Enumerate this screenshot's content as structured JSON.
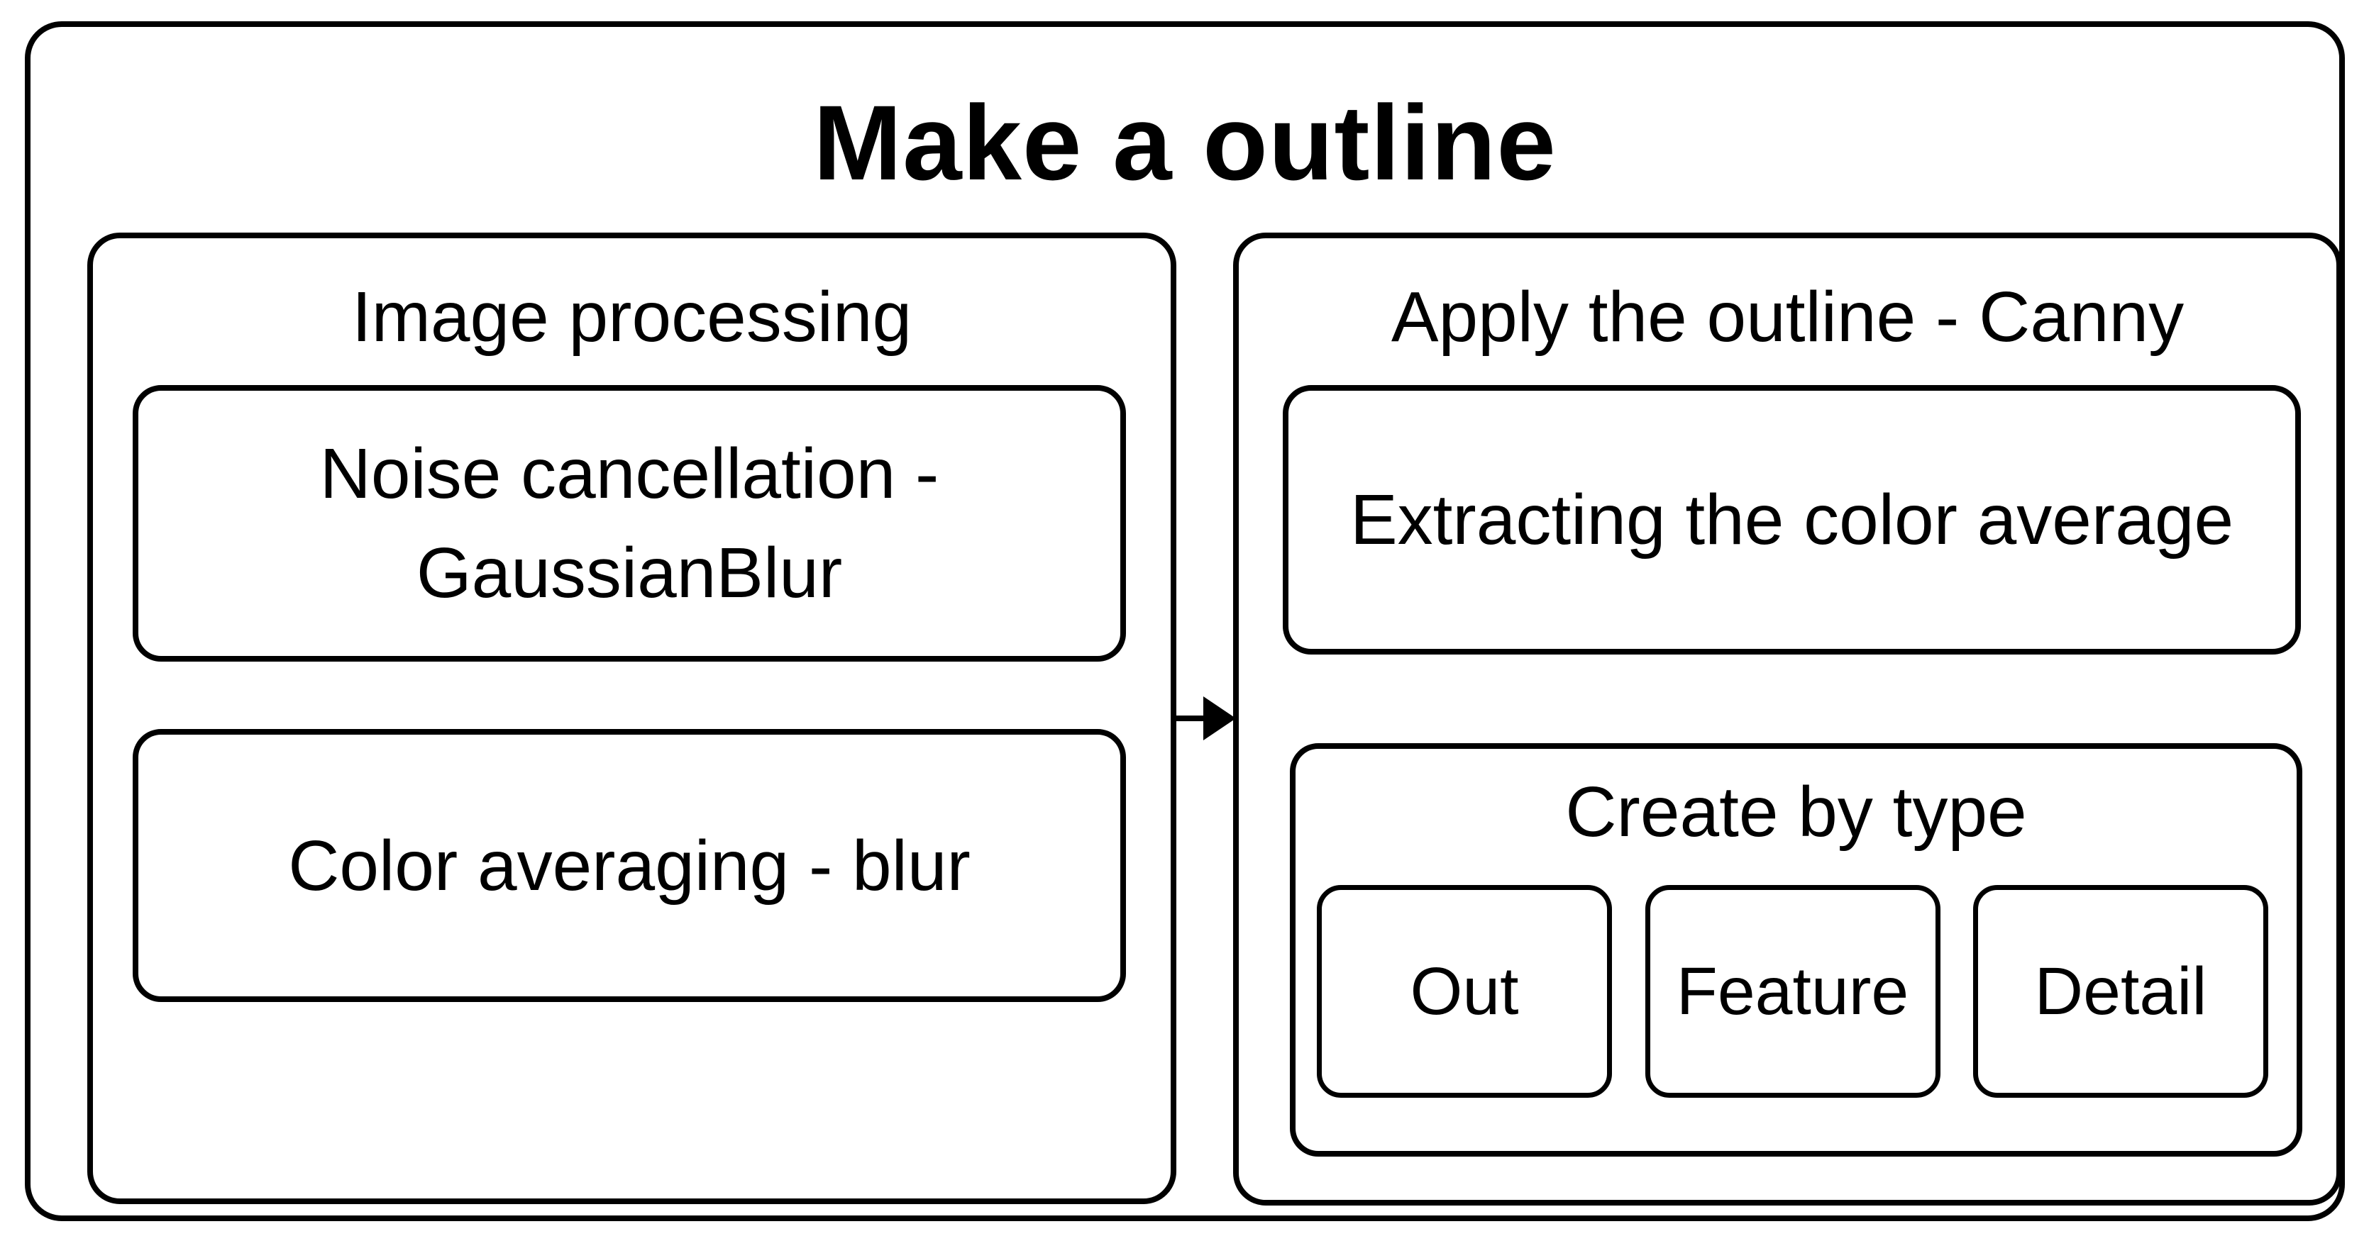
{
  "diagram": {
    "title": "Make a outline",
    "left_group": {
      "header": "Image processing",
      "boxes": [
        {
          "label": "Noise cancellation -\nGaussianBlur"
        },
        {
          "label": "Color averaging - blur"
        }
      ]
    },
    "right_group": {
      "header": "Apply the outline - Canny",
      "boxes": [
        {
          "label": "Extracting the color average"
        }
      ],
      "create_by_type": {
        "header": "Create by type",
        "options": [
          "Out",
          "Feature",
          "Detail"
        ]
      }
    },
    "arrow": {
      "direction": "right"
    },
    "colors": {
      "line": "#000000",
      "background": "#ffffff",
      "text": "#000000"
    }
  }
}
